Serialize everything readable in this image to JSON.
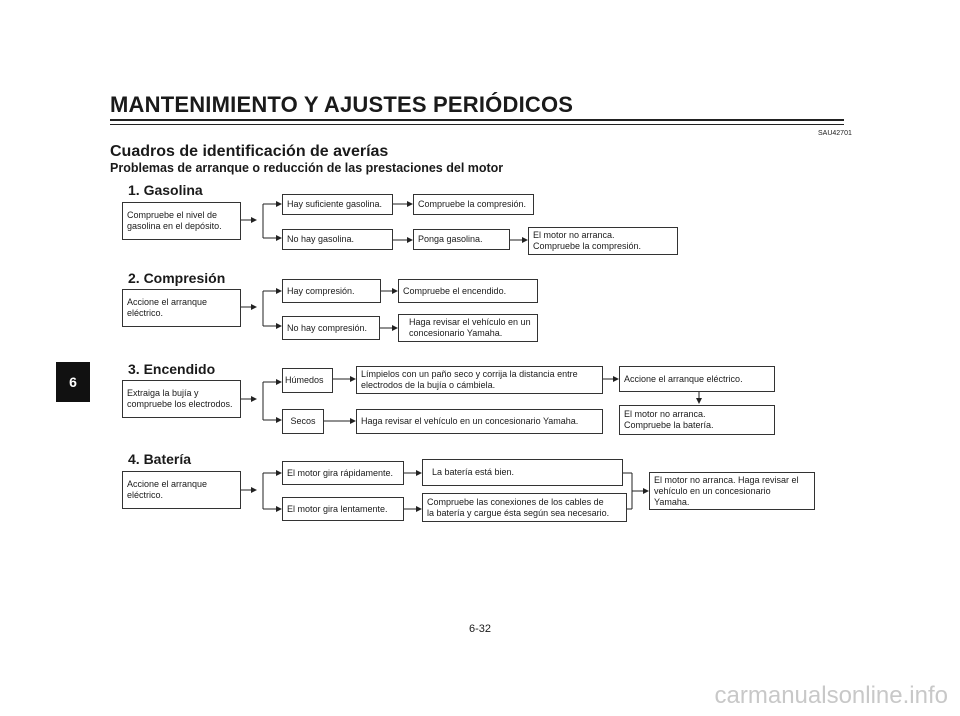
{
  "header": {
    "title": "MANTENIMIENTO Y AJUSTES PERIÓDICOS",
    "code": "SAU42701"
  },
  "section": {
    "title": "Cuadros de identificación de averías",
    "subtitle": "Problemas de arranque o reducción de las prestaciones del motor"
  },
  "chapter_tab": "6",
  "page_number": "6-32",
  "watermark": "carmanualsonline.info",
  "flows": {
    "gasolina": {
      "heading": "1. Gasolina",
      "check": "Compruebe el nivel de\ngasolina en el depósito.",
      "yes": "Hay suficiente gasolina.",
      "yes_next": "Compruebe la compresión.",
      "no": "No hay gasolina.",
      "no_next": "Ponga gasolina.",
      "no_result": "El motor no arranca.\nCompruebe la compresión."
    },
    "compresion": {
      "heading": "2. Compresión",
      "check": "Accione el arranque\neléctrico.",
      "yes": "Hay compresión.",
      "yes_next": "Compruebe el encendido.",
      "no": "No hay compresión.",
      "no_next": "Haga revisar el vehículo en un\nconcesionario Yamaha."
    },
    "encendido": {
      "heading": "3. Encendido",
      "check": "Extraiga la bujía y\ncompruebe los electrodos.",
      "wet": "Húmedos",
      "wet_next": "Límpielos con un paño seco y corrija la distancia entre\nelectrodos de la bujía o cámbiela.",
      "wet_result": "Accione el arranque eléctrico.",
      "wet_final": "El motor no arranca.\nCompruebe la batería.",
      "dry": "Secos",
      "dry_next": "Haga revisar el vehículo en un concesionario Yamaha."
    },
    "bateria": {
      "heading": "4. Batería",
      "check": "Accione el arranque\neléctrico.",
      "fast": "El motor gira rápidamente.",
      "fast_next": "La batería está bien.",
      "slow": "El motor gira lentamente.",
      "slow_next": "Compruebe las conexiones de los cables de\nla batería y cargue ésta según sea necesario.",
      "result": "El motor no arranca. Haga revisar el\nvehículo en un concesionario\nYamaha."
    }
  }
}
